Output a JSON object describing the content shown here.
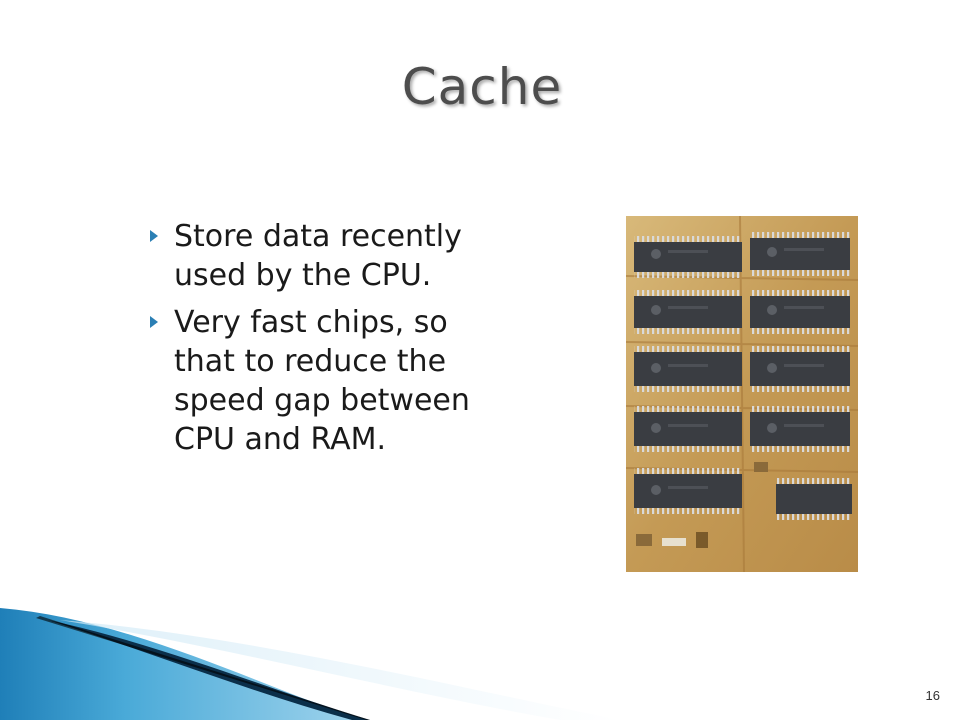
{
  "slide": {
    "title": "Cache",
    "bullets": [
      {
        "text": "Store data recently used by the CPU."
      },
      {
        "text": "Very fast chips, so that to reduce the speed gap between CPU and RAM."
      }
    ],
    "page_number": "16"
  },
  "colors": {
    "title": "#4d4d4d",
    "bullet_marker": "#2b7fb4",
    "footer_blue": "#2f8fc4",
    "footer_dark": "#0b2f4a",
    "photo_board": "#c9a86a",
    "chip": "#3a3d42"
  },
  "icons": {
    "bullet": "triangle-right-icon"
  }
}
